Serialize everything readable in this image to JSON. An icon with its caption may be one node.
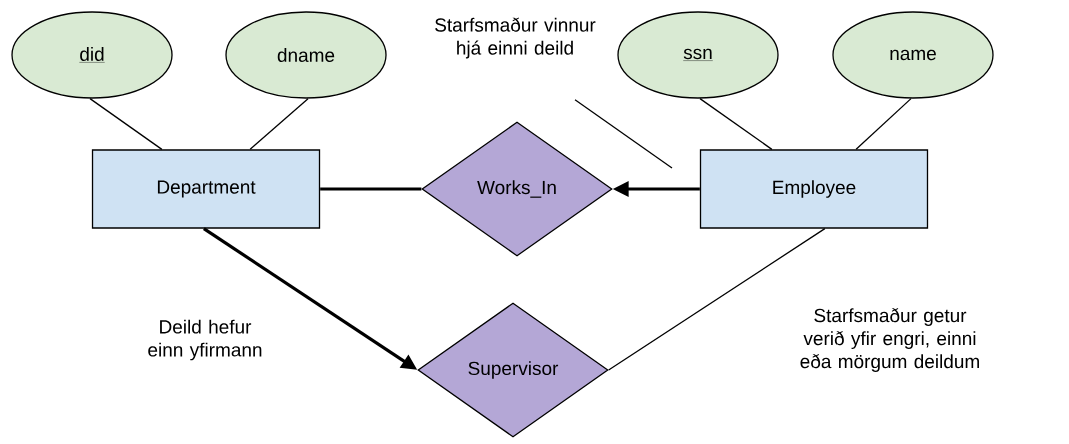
{
  "diagram": {
    "nodes": [
      {
        "text": [
          "did"
        ]
      },
      {
        "text": [
          "dname"
        ]
      },
      {
        "text": [
          "ssn"
        ]
      },
      {
        "text": [
          "name"
        ]
      },
      {
        "text": [
          "Department"
        ]
      },
      {
        "text": [
          "Works_In"
        ]
      },
      {
        "text": [
          "Employee"
        ]
      },
      {
        "text": [
          "Supervisor"
        ]
      },
      {
        "text": [
          "Starfsmaður vinnur hjá einni deild"
        ]
      }
    ],
    "edges": [
      {
        "from": 0,
        "to": 4,
        "arrow": "none"
      },
      {
        "from": 1,
        "to": 4,
        "arrow": "none"
      },
      {
        "from": 2,
        "to": 6,
        "arrow": "none"
      },
      {
        "from": 3,
        "to": 6,
        "arrow": "none"
      },
      {
        "from": 4,
        "to": 5,
        "arrow": "none",
        "style": "thick"
      },
      {
        "from": 6,
        "to": 5,
        "arrow": "to",
        "style": "thick"
      },
      {
        "from": 4,
        "to": 7,
        "arrow": "to",
        "style": "thick"
      },
      {
        "from": 6,
        "to": 7,
        "arrow": "none"
      },
      {
        "from": 8,
        "to": null,
        "arrow": "none"
      }
    ],
    "labels": [
      "Deild hefur einn yfirmann",
      "Starfsmaður getur verið yfir engri, einni eða mörgum deildum"
    ]
  }
}
